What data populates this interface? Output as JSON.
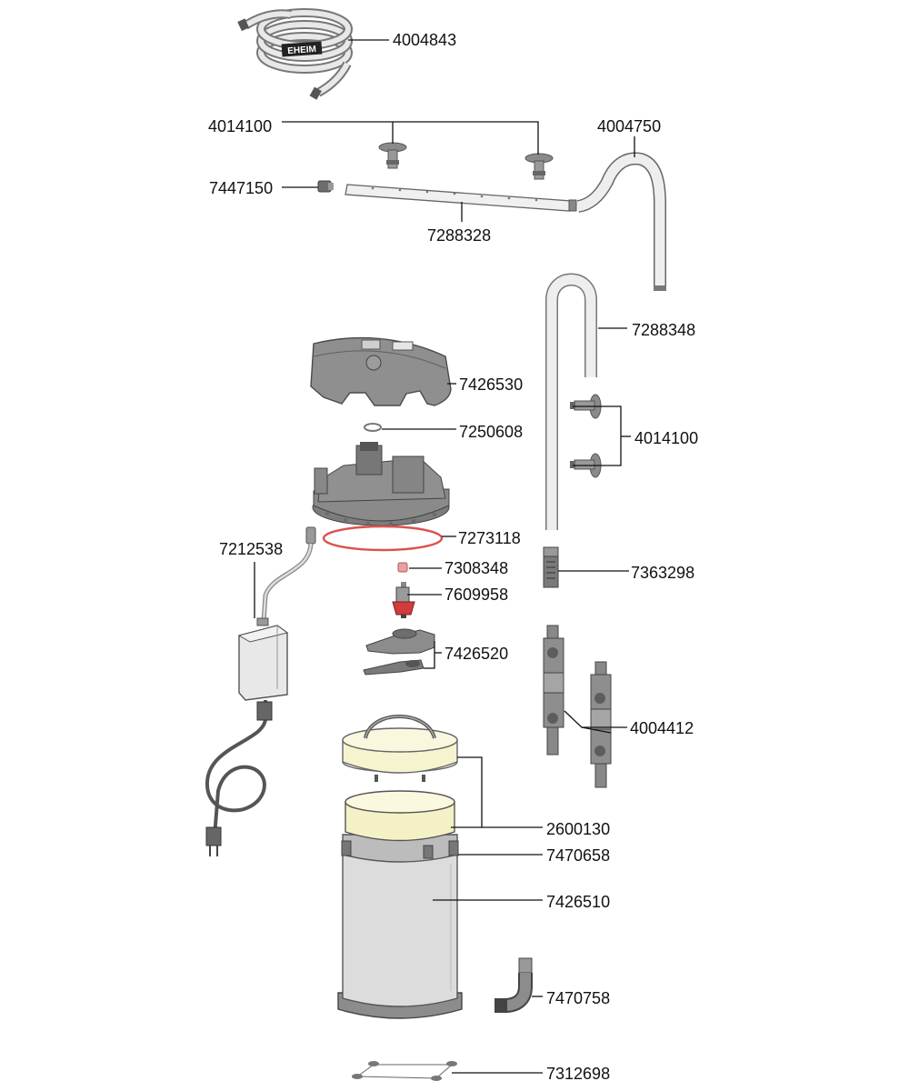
{
  "diagram": {
    "logo_text": "EHEIM",
    "parts": [
      {
        "id": "hose",
        "number": "4004843"
      },
      {
        "id": "suction-cups-top",
        "number": "4014100"
      },
      {
        "id": "outlet-bend",
        "number": "4004750"
      },
      {
        "id": "end-cap",
        "number": "7447150"
      },
      {
        "id": "spray-bar",
        "number": "7288328"
      },
      {
        "id": "intake-tube",
        "number": "7288348"
      },
      {
        "id": "pump-cover",
        "number": "7426530"
      },
      {
        "id": "small-o-ring",
        "number": "7250608"
      },
      {
        "id": "suction-cups-right",
        "number": "4014100"
      },
      {
        "id": "sealing-ring",
        "number": "7273118"
      },
      {
        "id": "power-supply",
        "number": "7212538"
      },
      {
        "id": "impeller-cap",
        "number": "7308348"
      },
      {
        "id": "intake-strainer",
        "number": "7363298"
      },
      {
        "id": "impeller",
        "number": "7609958"
      },
      {
        "id": "coupling-parts",
        "number": "7426520"
      },
      {
        "id": "double-tap-units",
        "number": "4004412"
      },
      {
        "id": "filter-basket",
        "number": "2600130"
      },
      {
        "id": "clamps",
        "number": "7470658"
      },
      {
        "id": "canister",
        "number": "7426510"
      },
      {
        "id": "elbow-connector",
        "number": "7470758"
      },
      {
        "id": "rubber-feet",
        "number": "7312698"
      }
    ]
  }
}
